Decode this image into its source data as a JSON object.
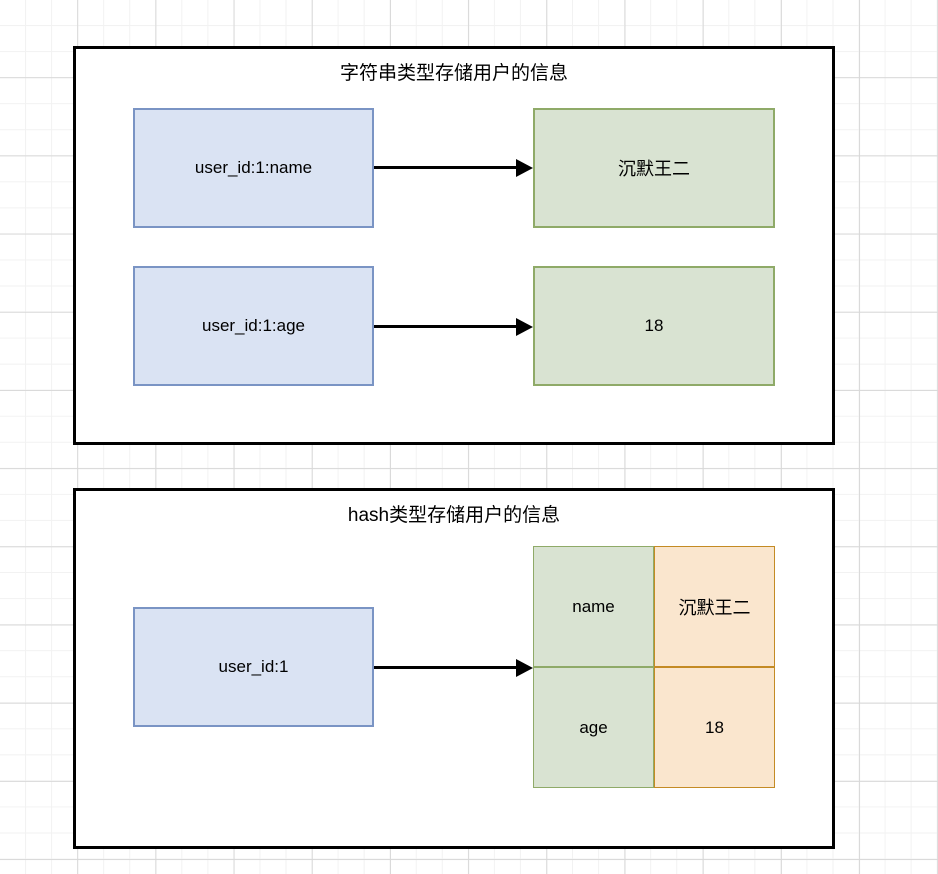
{
  "diagram": {
    "panels": [
      {
        "id": "string-type",
        "title": "字符串类型存储用户的信息",
        "rows": [
          {
            "key": "user_id:1:name",
            "value": "沉默王二"
          },
          {
            "key": "user_id:1:age",
            "value": "18"
          }
        ]
      },
      {
        "id": "hash-type",
        "title": "hash类型存储用户的信息",
        "key": "user_id:1",
        "table": {
          "fields": [
            "name",
            "age"
          ],
          "values": [
            "沉默王二",
            "18"
          ]
        }
      }
    ],
    "colors": {
      "key_fill": "#dae3f3",
      "key_border": "#7a94c4",
      "value_fill": "#d9e3d2",
      "value_border": "#8faa68",
      "hash_value_fill": "#fae6ce",
      "hash_value_border": "#c48b24",
      "panel_border": "#000000",
      "arrow": "#000000",
      "canvas": "#ffffff"
    }
  }
}
